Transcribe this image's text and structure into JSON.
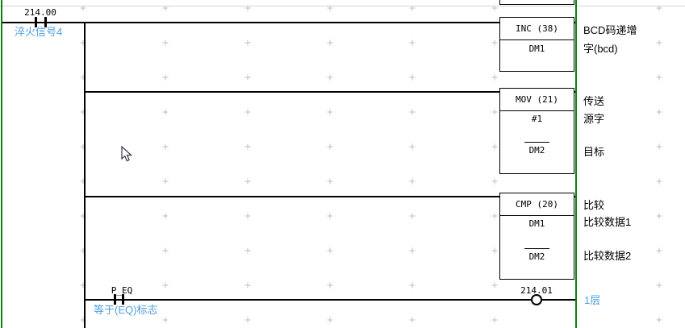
{
  "editor": {
    "cursor_icon": "arrow-pointer",
    "colors": {
      "rail_green": "#0a800a",
      "wire_black": "#000000",
      "comment_blue": "#4f9fdf",
      "grid_gray": "#bfbfbf",
      "separator_gray": "#d4d4d4"
    }
  },
  "rung_top": {
    "contact": {
      "address": "214.00",
      "comment": "淬火信号4"
    },
    "branches": [
      {
        "block": {
          "title": "INC (38)",
          "operands": [
            {
              "value": "DM1",
              "overline": false
            }
          ],
          "side_comments": [
            "BCD码递增",
            "字(bcd)"
          ]
        }
      },
      {
        "block": {
          "title": "MOV (21)",
          "operands": [
            {
              "value": "#1",
              "overline": false
            },
            {
              "value": "DM2",
              "overline": true
            }
          ],
          "side_comments": [
            "传送",
            "源字",
            "目标"
          ]
        }
      },
      {
        "block": {
          "title": "CMP (20)",
          "operands": [
            {
              "value": "DM1",
              "overline": false
            },
            {
              "value": "DM2",
              "overline": true
            }
          ],
          "side_comments": [
            "比较",
            "比较数据1",
            "比较数据2"
          ]
        }
      }
    ]
  },
  "rung_bottom": {
    "contact": {
      "name": "P_EQ",
      "comment": "等于(EQ)标志"
    },
    "coil": {
      "address": "214.01",
      "comment": "1层"
    }
  }
}
